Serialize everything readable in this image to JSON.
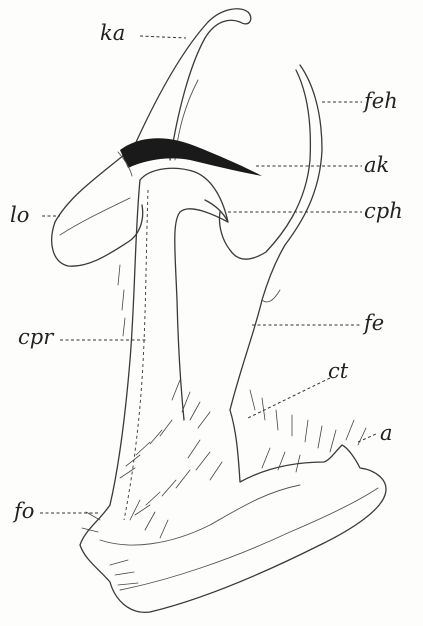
{
  "labels": {
    "ka": "ka",
    "feh": "feh",
    "ak": "ak",
    "lo": "lo",
    "cph": "cph",
    "cpr": "cpr",
    "fe": "fe",
    "ct": "ct",
    "a": "a",
    "fo": "fo"
  },
  "colors": {
    "ink": "#3a3a3a",
    "tooth": "#1a1a1a",
    "paper": "#fdfdfb"
  }
}
